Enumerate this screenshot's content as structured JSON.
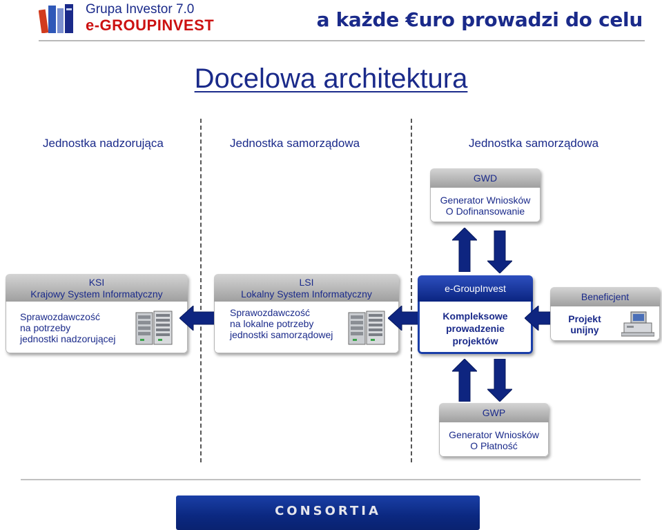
{
  "header": {
    "brand_line1": "Grupa Investor 7.0",
    "brand_line2": "e-GROUPINVEST",
    "tagline": "a każde €uro prowadzi do celu"
  },
  "title": "Docelowa architektura",
  "columns": {
    "col1": "Jednostka nadzorująca",
    "col2": "Jednostka samorządowa",
    "col3": "Jednostka samorządowa"
  },
  "gwd": {
    "header": "GWD",
    "line1": "Generator Wniosków",
    "line2": "O Dofinansowanie"
  },
  "ksi": {
    "header1": "KSI",
    "header2": "Krajowy System Informatyczny",
    "line1": "Sprawozdawczość",
    "line2": "na potrzeby",
    "line3": "jednostki nadzorującej"
  },
  "lsi": {
    "header1": "LSI",
    "header2": "Lokalny System Informatyczny",
    "line1": "Sprawozdawczość",
    "line2": "na lokalne potrzeby",
    "line3": "jednostki samorządowej"
  },
  "egroup": {
    "header": "e-GroupInvest",
    "line1": "Kompleksowe",
    "line2": "prowadzenie",
    "line3": "projektów"
  },
  "beneficjent": {
    "header": "Beneficjent",
    "line1": "Projekt",
    "line2": "unijny"
  },
  "gwp": {
    "header": "GWP",
    "line1": "Generator Wniosków",
    "line2": "O Płatność"
  },
  "footer": {
    "logo_text": "CONSORTIA"
  },
  "colors": {
    "navy": "#1a2a8a",
    "red": "#cc1111",
    "box_header_gray": "#b0b0b0",
    "box_header_blue": "#0f2c90"
  },
  "icons": {
    "brand_logo": "books-logo-icon",
    "server": "server-rack-icon",
    "computer": "desktop-computer-icon",
    "arrow": "block-arrow-icon"
  }
}
